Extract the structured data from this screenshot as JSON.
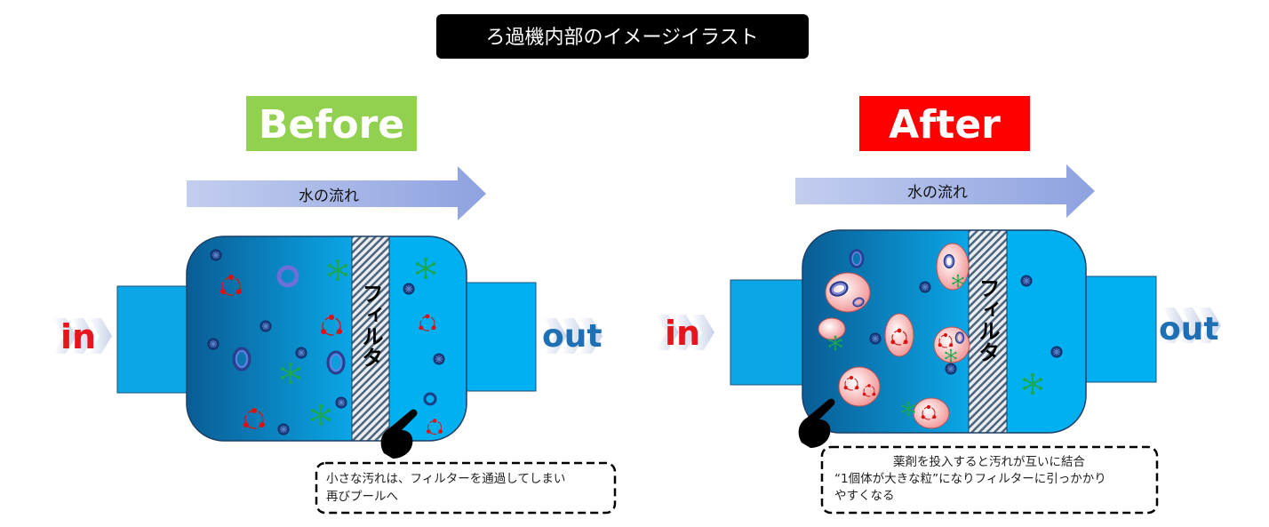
{
  "title": "ろ過機内部のイメージイラスト",
  "before": {
    "label": "Before",
    "label_color": "#92D050",
    "flow_label": "水の流れ",
    "in_label": "in",
    "out_label": "out",
    "filter_label": "フィルタ",
    "callout_line1": "小さな汚れは、フィルターを通過してしまい",
    "callout_line2": "再びプールへ"
  },
  "after": {
    "label": "After",
    "label_color": "#FF0000",
    "flow_label": "水の流れ",
    "in_label": "in",
    "out_label": "out",
    "filter_label": "フィルタ",
    "callout_line1": "薬剤を投入すると汚れが互いに結合",
    "callout_line2": "“1個体が大きな粒”になりフィルターに引っかかり",
    "callout_line3": "やすくなる"
  },
  "colors": {
    "in": "#E8141B",
    "out": "#1F6FB5",
    "water": "#00B0F0"
  }
}
